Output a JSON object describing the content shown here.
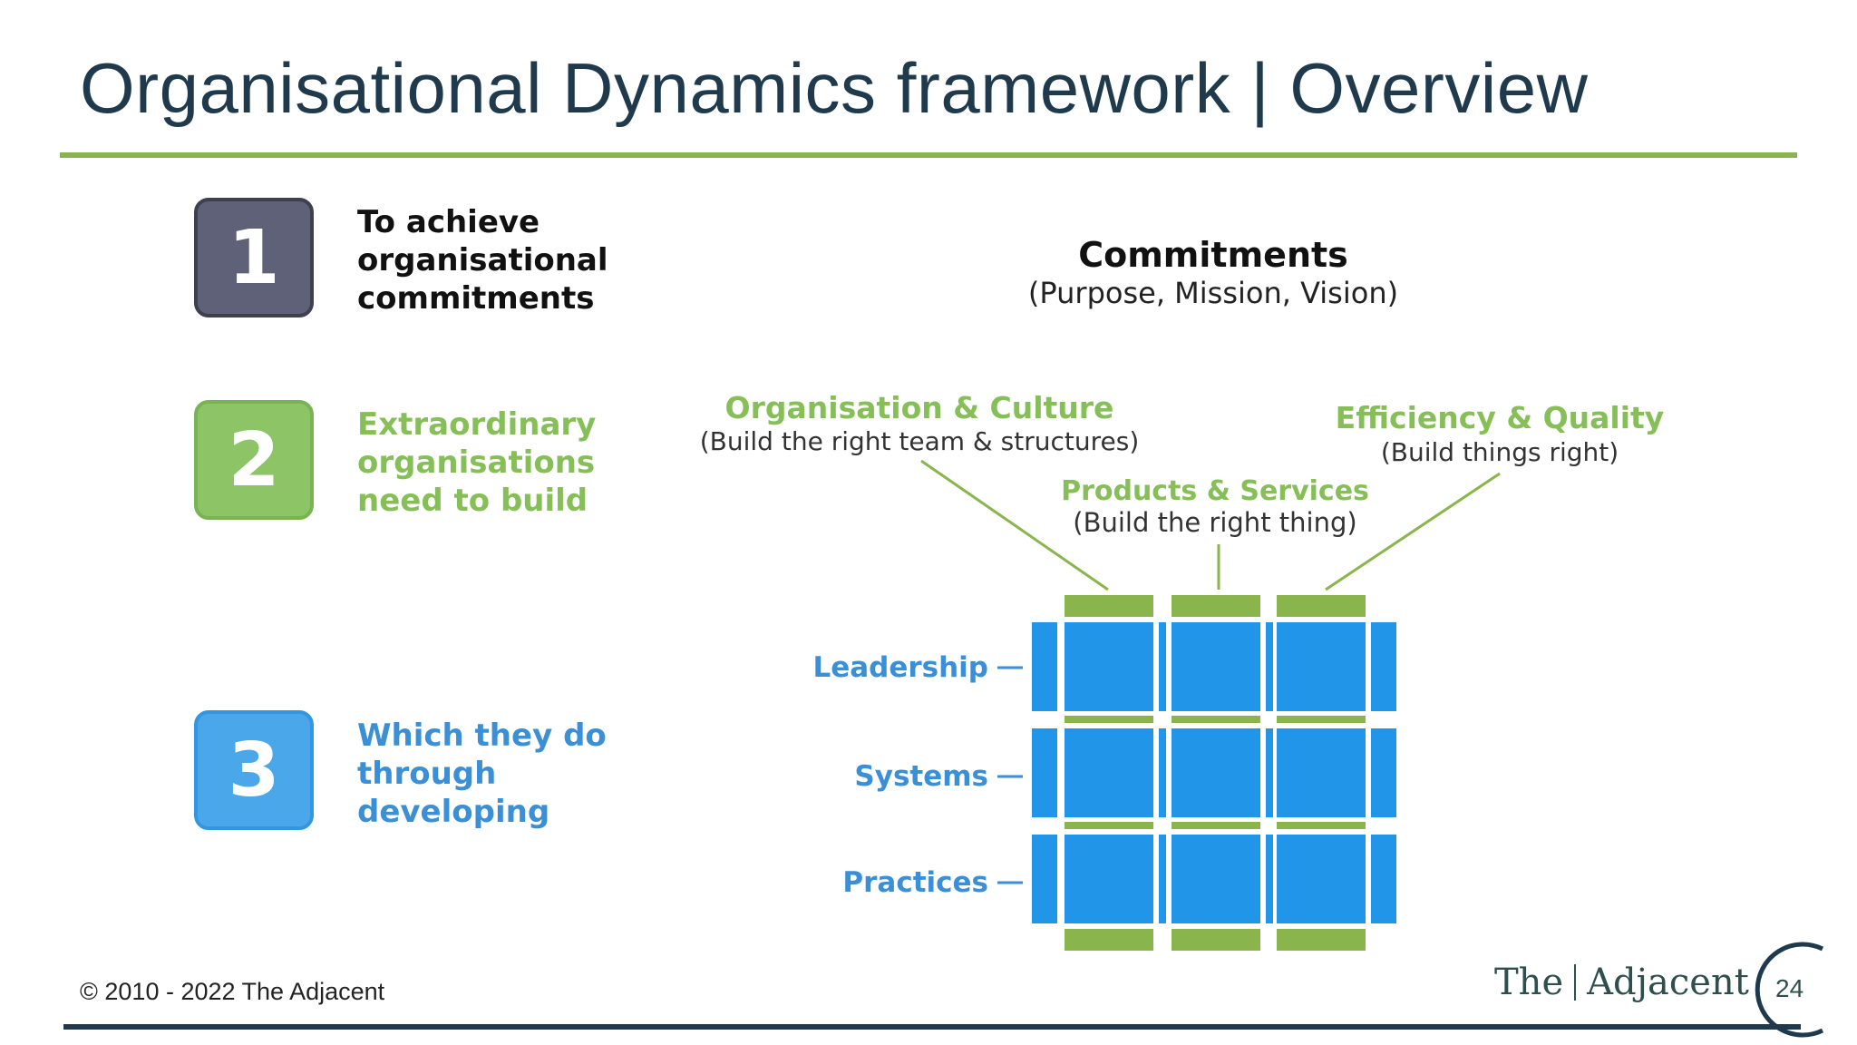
{
  "title": "Organisational Dynamics framework | Overview",
  "colors": {
    "title": "#1f3a4d",
    "accent_green": "#8ab54c",
    "step1": "#5e6178",
    "step2": "#8cc466",
    "step3": "#4aa8ea",
    "grid_blue": "#2196e8",
    "label_blue": "#3a8fd6"
  },
  "steps": [
    {
      "number": "1",
      "text": "To achieve\norganisational\ncommitments"
    },
    {
      "number": "2",
      "text": "Extraordinary\norganisations\nneed to build"
    },
    {
      "number": "3",
      "text": "Which they do\nthrough\ndeveloping"
    }
  ],
  "diagram": {
    "commitments_title": "Commitments",
    "commitments_subtitle": "(Purpose, Mission, Vision)",
    "columns": [
      {
        "title": "Organisation & Culture",
        "subtitle": "(Build the right team & structures)"
      },
      {
        "title": "Products & Services",
        "subtitle": "(Build the right thing)"
      },
      {
        "title": "Efficiency & Quality",
        "subtitle": "(Build things right)"
      }
    ],
    "rows": [
      "Leadership",
      "Systems",
      "Practices"
    ]
  },
  "footer": {
    "copyright": "© 2010 - 2022 The Adjacent",
    "brand_left": "The",
    "brand_right": "Adjacent",
    "page_number": "24"
  }
}
